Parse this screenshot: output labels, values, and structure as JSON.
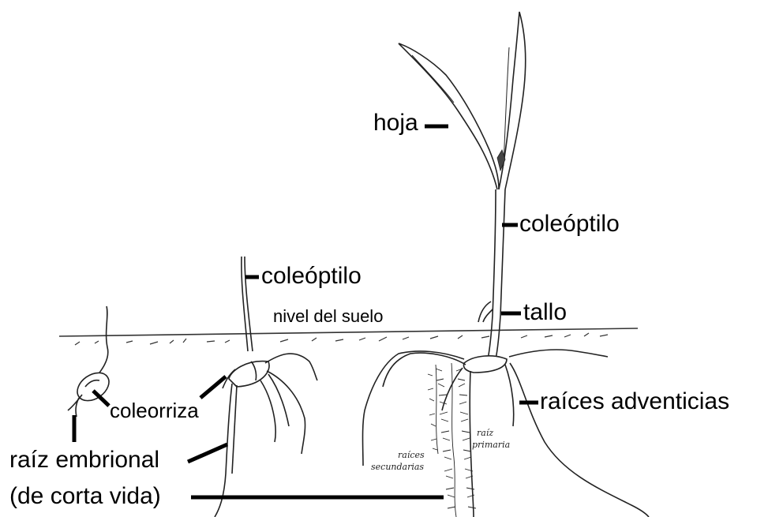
{
  "labels": {
    "hoja": "hoja",
    "coleoptilo_right": "coleóptilo",
    "tallo": "tallo",
    "raices_adventicias": "raíces adventicias",
    "coleoptilo_middle": "coleóptilo",
    "nivel_del_suelo": "nivel del suelo",
    "coleorriza": "coleorriza",
    "raiz_embrional_line1": "raíz embrional",
    "raiz_embrional_line2": "(de corta vida)",
    "raiz_primaria_line1": "raíz",
    "raiz_primaria_line2": "primaria",
    "raices_secundarias_line1": "raíces",
    "raices_secundarias_line2": "secundarias"
  }
}
